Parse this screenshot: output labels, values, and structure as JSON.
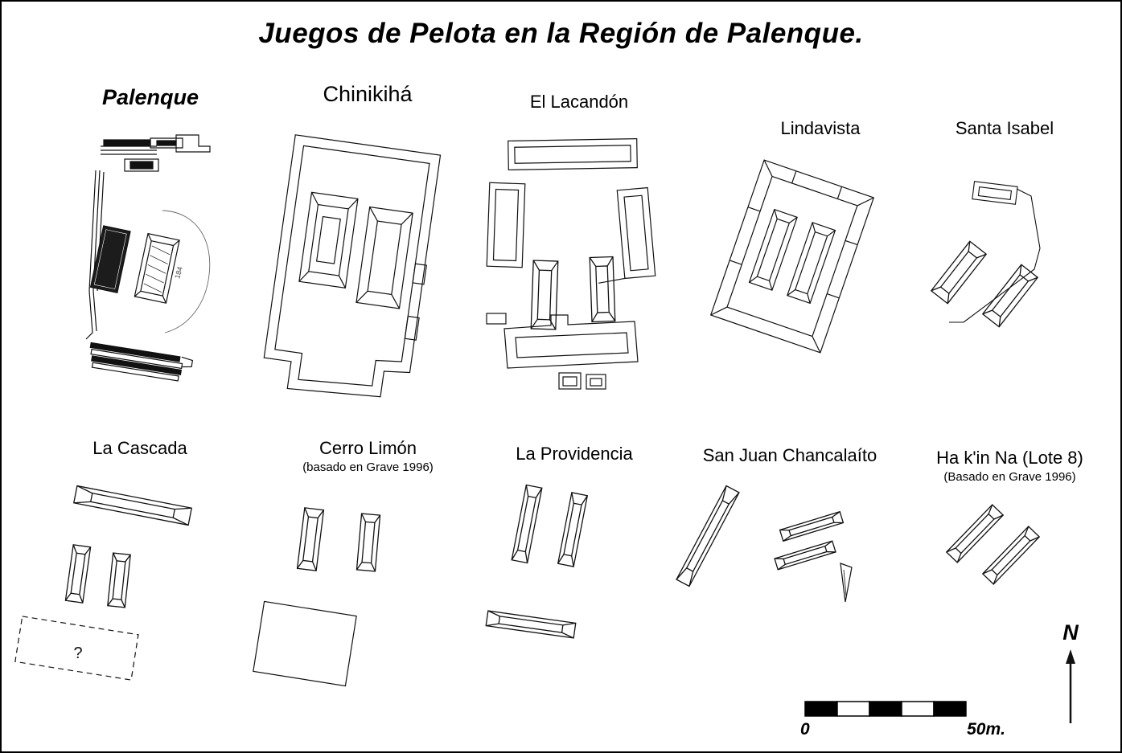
{
  "figure": {
    "title": "Juegos de Pelota en la Región de Palenque."
  },
  "sites": [
    {
      "id": "palenque",
      "label": "Palenque",
      "contour_label": "184"
    },
    {
      "id": "chinikiha",
      "label": "Chinikihá"
    },
    {
      "id": "el-lacandon",
      "label": "El Lacandón"
    },
    {
      "id": "lindavista",
      "label": "Lindavista"
    },
    {
      "id": "santa-isabel",
      "label": "Santa Isabel"
    },
    {
      "id": "la-cascada",
      "label": "La Cascada",
      "uncertain_label": "?"
    },
    {
      "id": "cerro-limon",
      "label": "Cerro Limón",
      "subtitle": "(basado en Grave 1996)"
    },
    {
      "id": "la-providencia",
      "label": "La Providencia"
    },
    {
      "id": "san-juan-chancalaito",
      "label": "San Juan Chancalaíto"
    },
    {
      "id": "ha-kin-na",
      "label": "Ha k'in Na (Lote 8)",
      "subtitle": "(Basado en Grave 1996)"
    }
  ],
  "scale_bar": {
    "start_label": "0",
    "end_label": "50m."
  },
  "north_arrow": {
    "label": "N"
  },
  "colors": {
    "ink": "#000000",
    "paper": "#ffffff"
  }
}
